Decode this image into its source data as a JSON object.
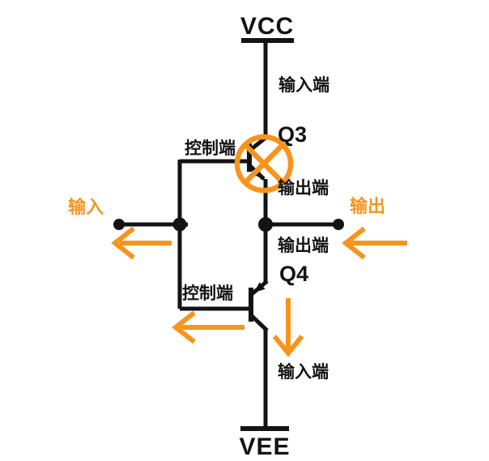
{
  "colors": {
    "wire": "#131313",
    "accent": "#F7941D",
    "background": "#FFFFFF",
    "text": "#131313"
  },
  "power": {
    "vcc": "VCC",
    "vee": "VEE"
  },
  "transistors": {
    "q3": {
      "ref": "Q3",
      "type": "NPN",
      "crossed_out": true
    },
    "q4": {
      "ref": "Q4",
      "type": "PNP",
      "crossed_out": false
    }
  },
  "terminals": {
    "vcc_branch": "输入端",
    "q3_control": "控制端",
    "q3_output": "输出端",
    "q4_output": "输出端",
    "q4_control": "控制端",
    "vee_branch": "输入端"
  },
  "ports": {
    "input": "输入",
    "output": "输出"
  }
}
